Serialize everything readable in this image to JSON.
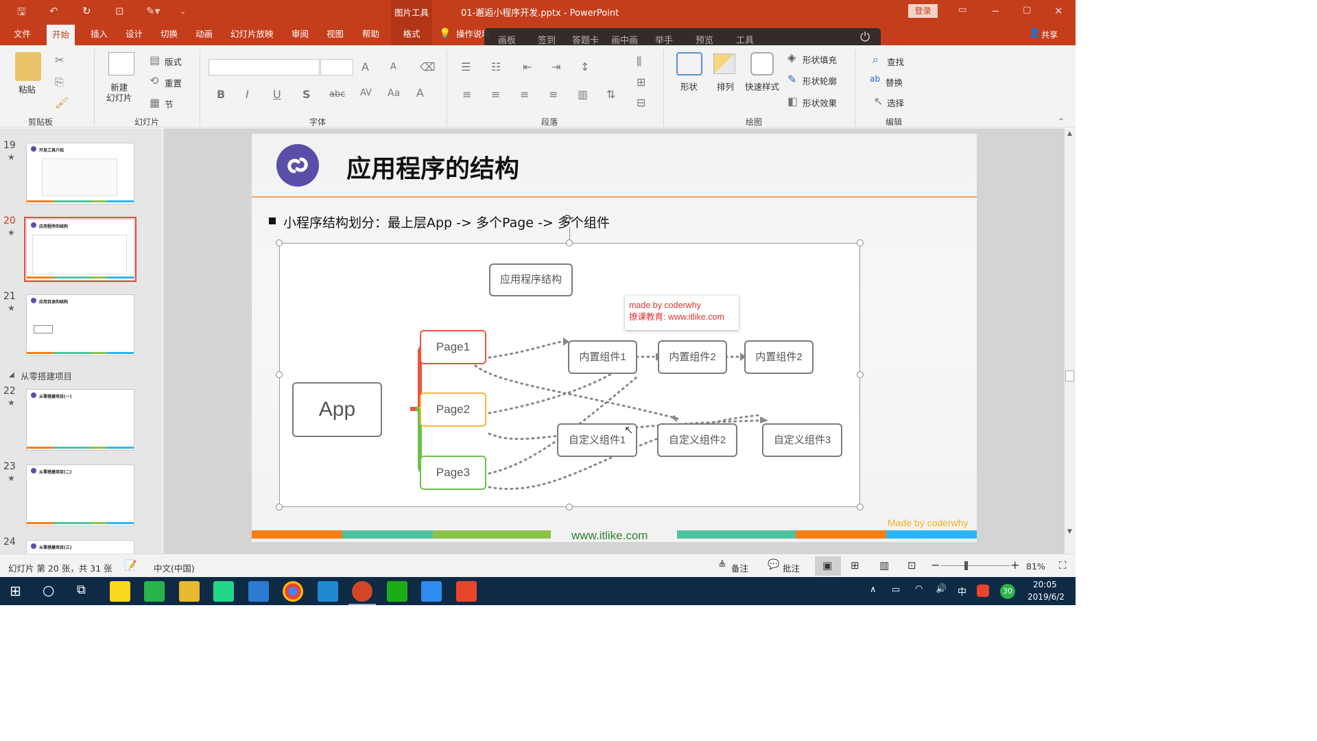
{
  "window": {
    "contextual_tab": "图片工具",
    "title": "01-邂逅小程序开发.pptx  -  PowerPoint",
    "login": "登录",
    "share": "共享"
  },
  "tabs": [
    "文件",
    "开始",
    "插入",
    "设计",
    "切换",
    "动画",
    "幻灯片放映",
    "审阅",
    "视图",
    "帮助",
    "格式",
    "操作说明"
  ],
  "presenter_bar": [
    "画板",
    "签到",
    "答题卡",
    "画中画",
    "举手",
    "预览",
    "工具"
  ],
  "ribbon": {
    "paste": "粘贴",
    "new_slide": "新建\n幻灯片",
    "layout": "版式",
    "reset": "重置",
    "section": "节",
    "shape": "形状",
    "arrange": "排列",
    "quick_styles": "快速样式",
    "shape_fill": "形状填充",
    "shape_outline": "形状轮廓",
    "shape_effect": "形状效果",
    "find": "查找",
    "replace": "替换",
    "select": "选择",
    "groups": {
      "clipboard": "剪贴板",
      "slides": "幻灯片",
      "font": "字体",
      "paragraph": "段落",
      "drawing": "绘图",
      "editing": "编辑"
    }
  },
  "slides": [
    {
      "num": "19",
      "title": "开发工具介绍"
    },
    {
      "num": "20",
      "title": "应用程序的结构"
    },
    {
      "num": "21",
      "title": "应用目录的结构"
    },
    {
      "num": "22",
      "title": "从零搭建项目(一)"
    },
    {
      "num": "23",
      "title": "从零搭建项目(二)"
    },
    {
      "num": "24",
      "title": "从零搭建项目(三)"
    }
  ],
  "section_header": "从零搭建项目",
  "slide": {
    "title": "应用程序的结构",
    "bullet": "小程序结构划分：最上层App -> 多个Page -> 多个组件",
    "diagram": {
      "root_label": "应用程序结构",
      "app": "App",
      "pages": [
        "Page1",
        "Page2",
        "Page3"
      ],
      "builtin": [
        "内置组件1",
        "内置组件2",
        "内置组件2"
      ],
      "custom": [
        "自定义组件1",
        "自定义组件2",
        "自定义组件3"
      ],
      "watermark_line1": "made by coderwhy",
      "watermark_line2": "撩课教育: www.itlike.com"
    },
    "footer_url": "www.itlike.com",
    "made_by": "Made by coderwhy"
  },
  "status": {
    "slide_info": "幻灯片 第 20 张，共 31 张",
    "language": "中文(中国)",
    "notes": "备注",
    "comments": "批注",
    "zoom": "81%"
  },
  "taskbar": {
    "time": "20:05",
    "date": "2019/6/2",
    "ime": "中",
    "badge": "30"
  },
  "colors": {
    "accent": "#c43e1c",
    "page1": "#f0523f",
    "page2": "#f5b731",
    "page3": "#6cc04a",
    "logo": "#5a4fa8"
  }
}
